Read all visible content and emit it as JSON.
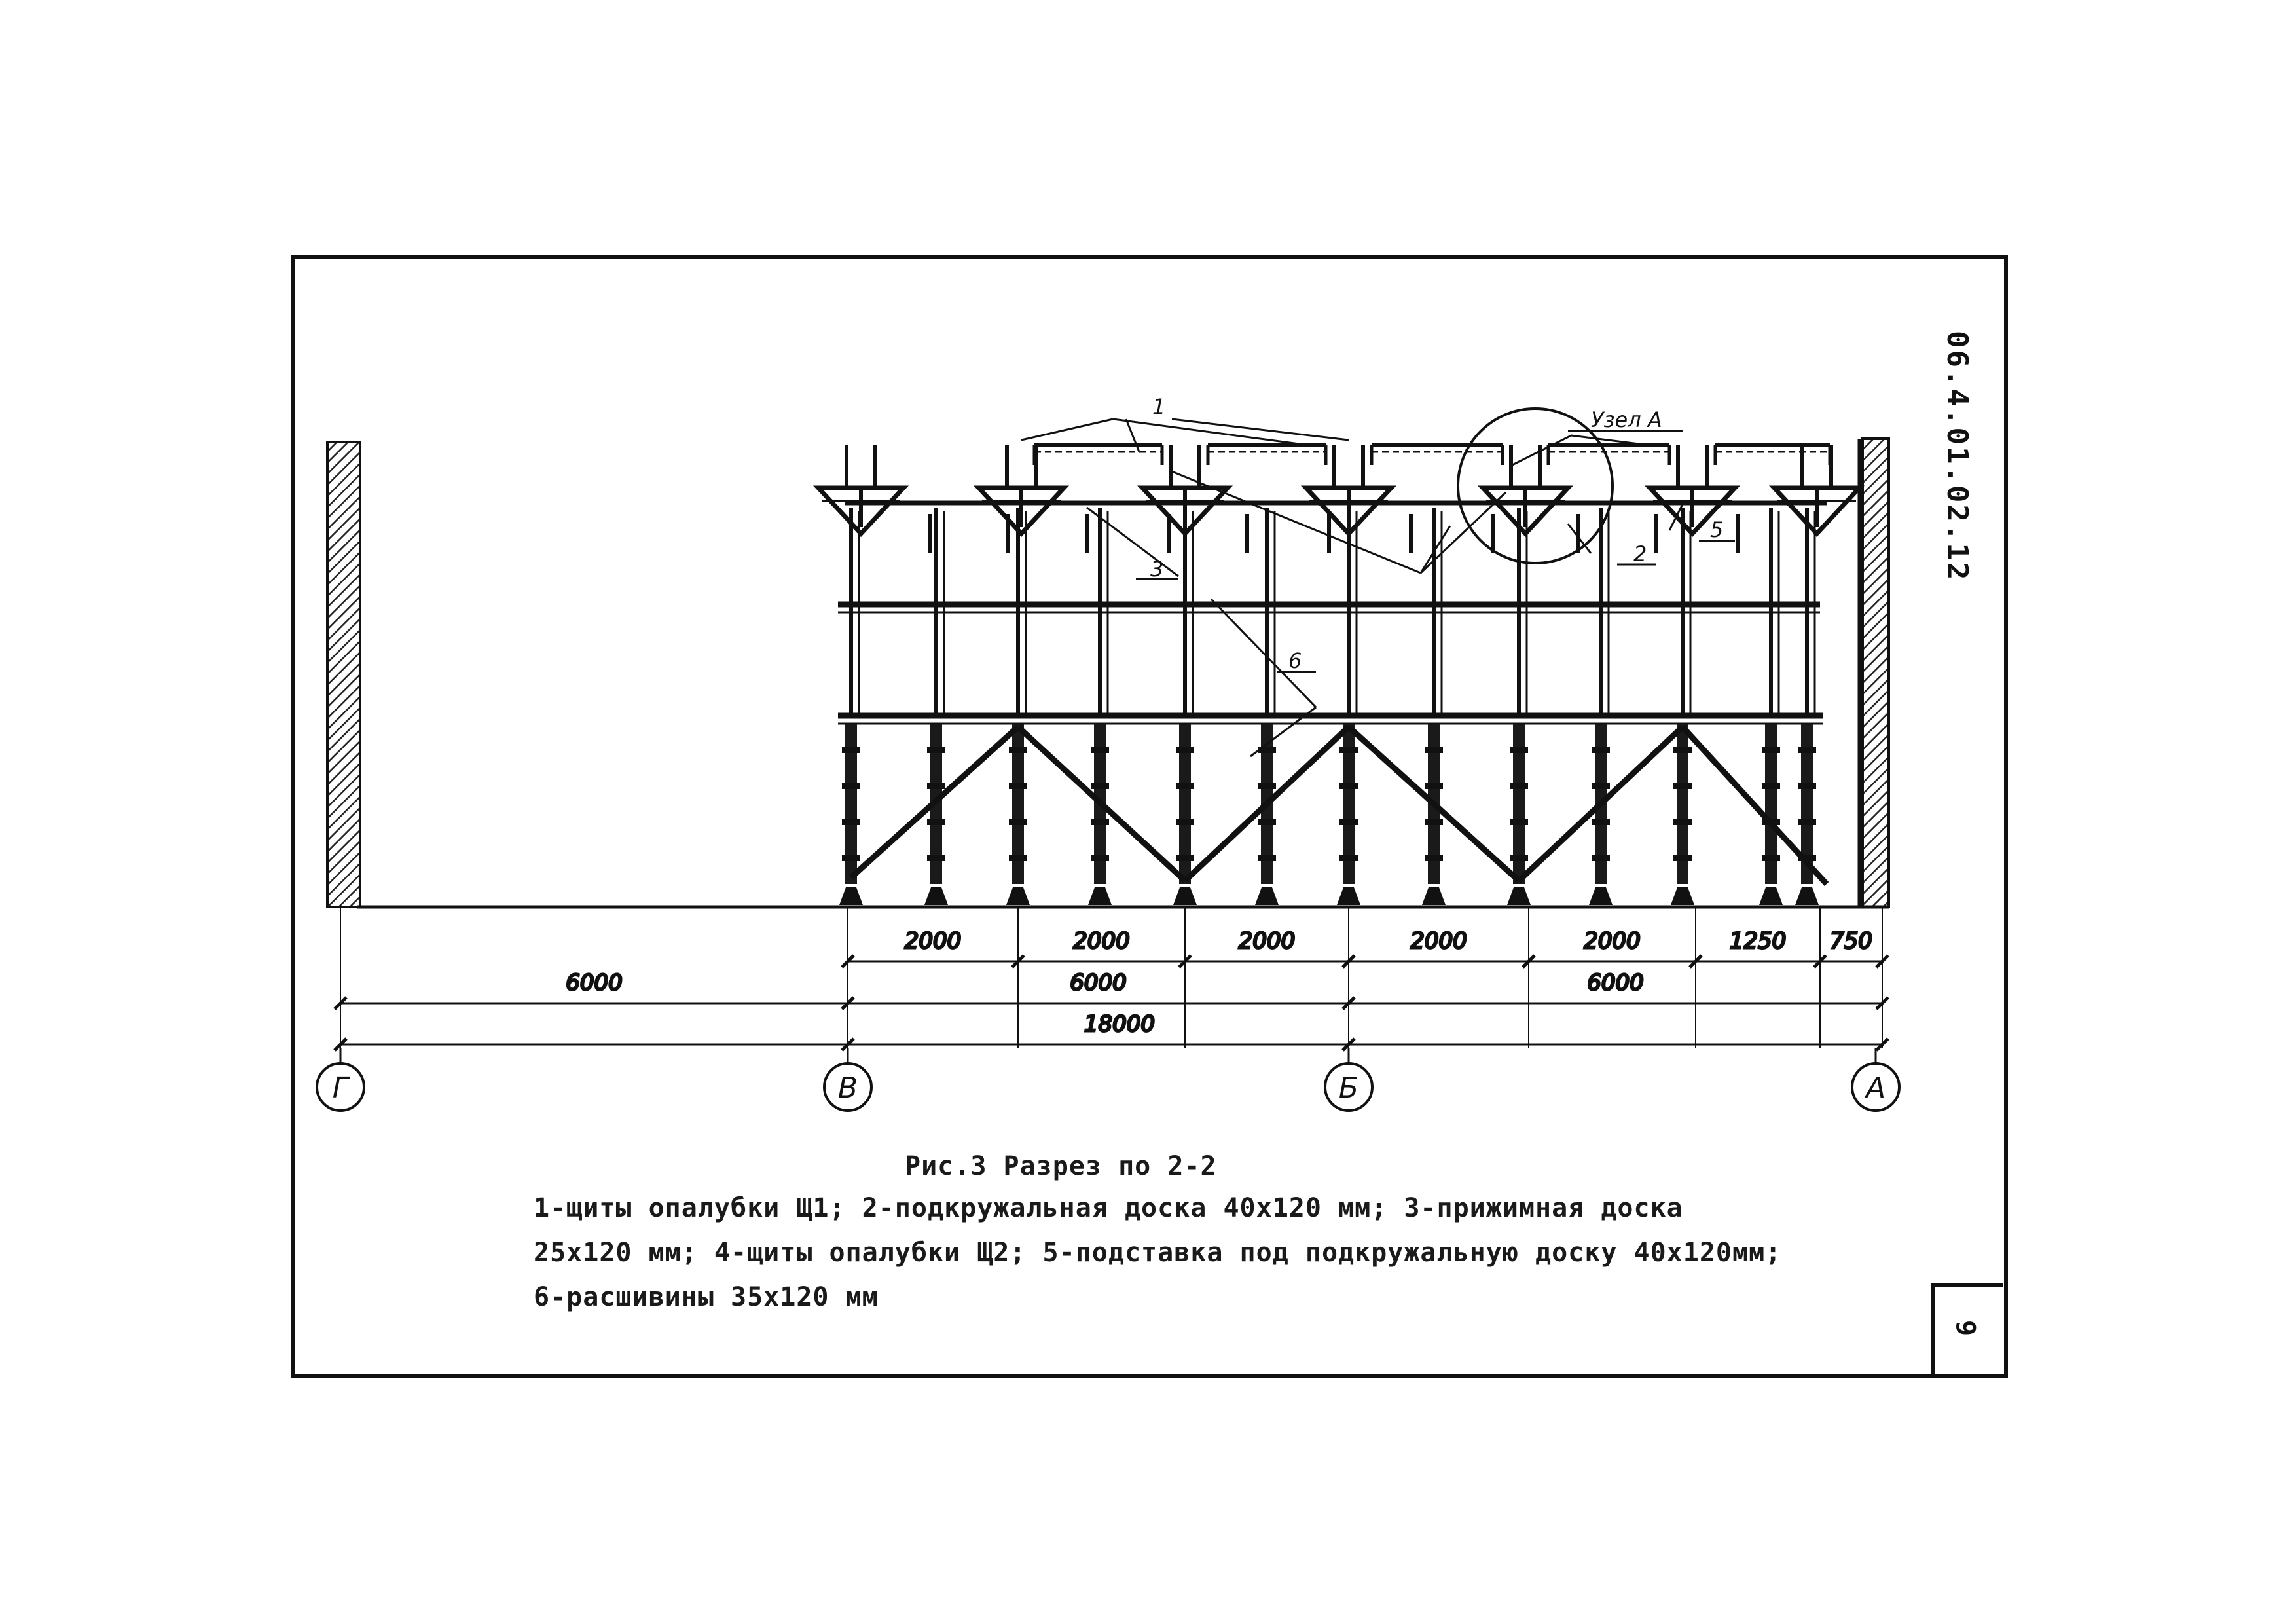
{
  "doc_number": "06.4.01.02.12",
  "page_number": "9",
  "callouts": {
    "c1": "1",
    "c2": "2",
    "c3": "3",
    "c5": "5",
    "c6": "6",
    "node": "Узел А"
  },
  "dimensions": {
    "row1": [
      "2000",
      "2000",
      "2000",
      "2000",
      "2000",
      "1250",
      "750"
    ],
    "row2": [
      "6000",
      "6000",
      "6000"
    ],
    "total": "18000"
  },
  "axes": [
    "Г",
    "В",
    "Б",
    "А"
  ],
  "caption": {
    "title": "Рис.3  Разрез по 2-2",
    "line1": "1-щиты опалубки Щ1; 2-подкружальная доска 40х120 мм; 3-прижимная доска",
    "line2": "25х120 мм; 4-щиты опалубки Щ2; 5-подставка под подкружальную доску 40х120мм;",
    "line3": "6-расшивины 35х120 мм"
  }
}
